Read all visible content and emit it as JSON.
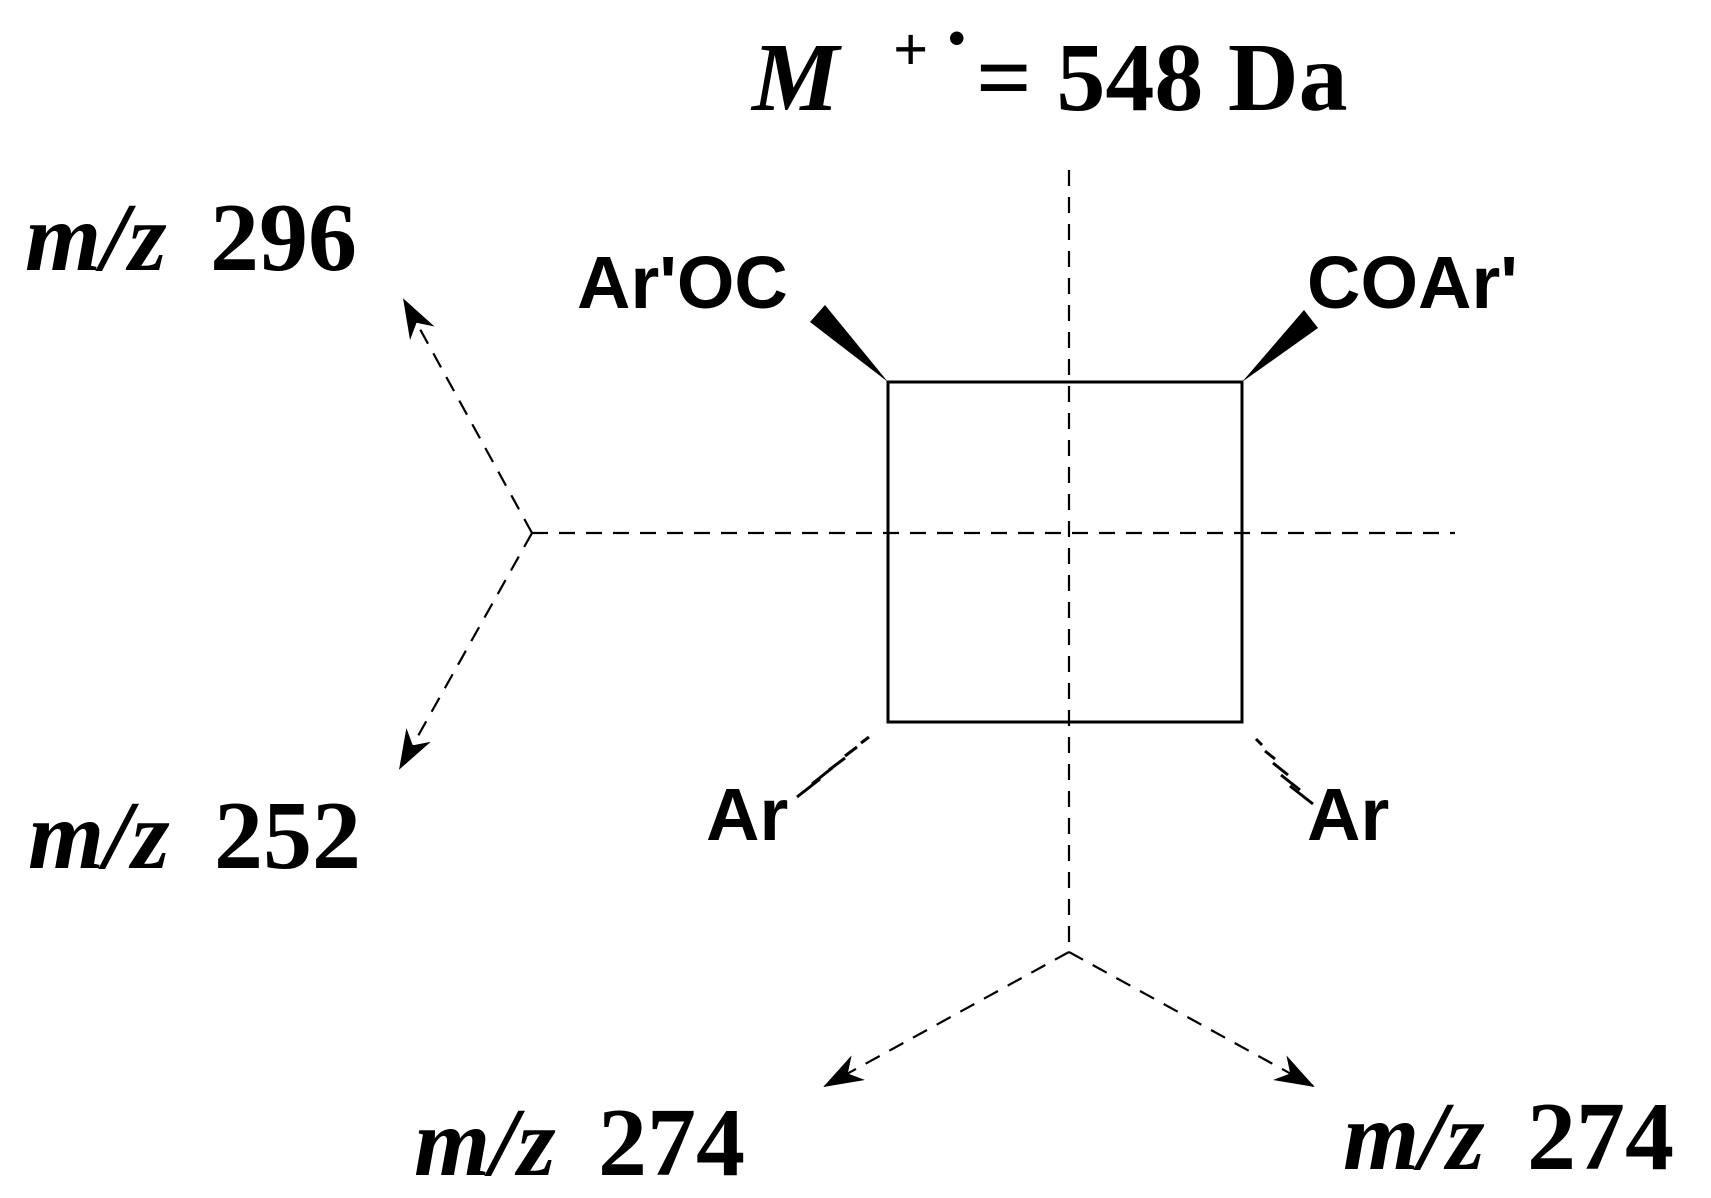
{
  "molecular_ion": {
    "symbol": "M",
    "charge": "+",
    "radical": "•",
    "equals_text": "= 548 Da"
  },
  "substituents": {
    "top_left": "Ar'OC",
    "top_right": "COAr'",
    "bottom_left": "Ar",
    "bottom_right": "Ar"
  },
  "fragments": {
    "upper_left": {
      "prefix": "m/z",
      "value": "296"
    },
    "lower_left": {
      "prefix": "m/z",
      "value": "252"
    },
    "bottom_left": {
      "prefix": "m/z",
      "value": "274"
    },
    "bottom_right": {
      "prefix": "m/z",
      "value": "274"
    }
  }
}
